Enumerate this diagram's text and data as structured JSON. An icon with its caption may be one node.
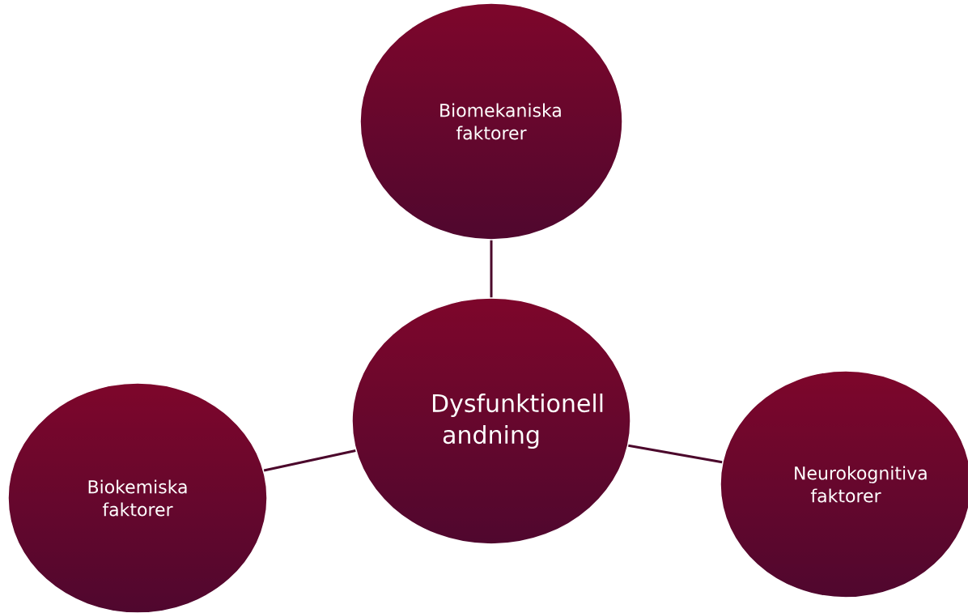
{
  "diagram": {
    "nodes": [
      {
        "text": [
          "Dysfunktionell andning"
        ]
      },
      {
        "text": [
          "Biomekaniska faktorer"
        ]
      },
      {
        "text": [
          "Biokemiska faktorer"
        ]
      },
      {
        "text": [
          "Neurokognitiva faktorer"
        ]
      }
    ],
    "edges": [
      {
        "from": 0,
        "to": 1,
        "arrow": "none"
      },
      {
        "from": 0,
        "to": 2,
        "arrow": "none"
      },
      {
        "from": 0,
        "to": 3,
        "arrow": "none"
      }
    ]
  }
}
